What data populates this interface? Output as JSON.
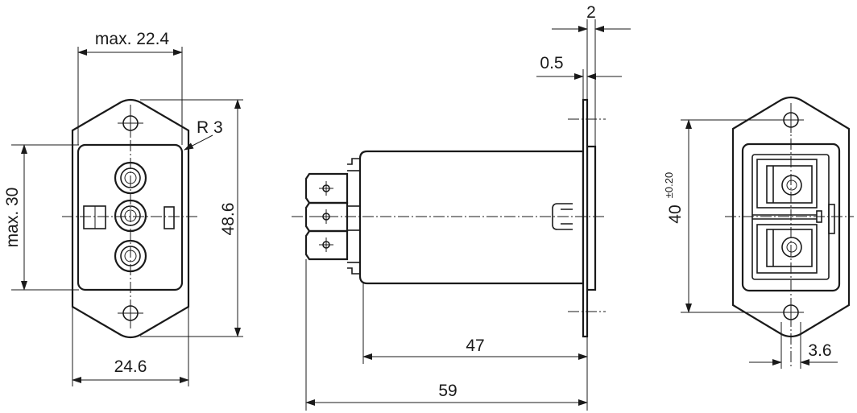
{
  "dimensions": {
    "front_width_max": "max. 22.4",
    "front_height_max": "max. 30",
    "corner_radius": "R 3",
    "flange_height": "48.6",
    "flange_width": "24.6",
    "flange_thickness": "2",
    "panel_gap": "0.5",
    "body_length": "47",
    "overall_length": "59",
    "hole_spacing": "40",
    "hole_spacing_tolerance": "±0.20",
    "rear_offset": "3.6"
  }
}
